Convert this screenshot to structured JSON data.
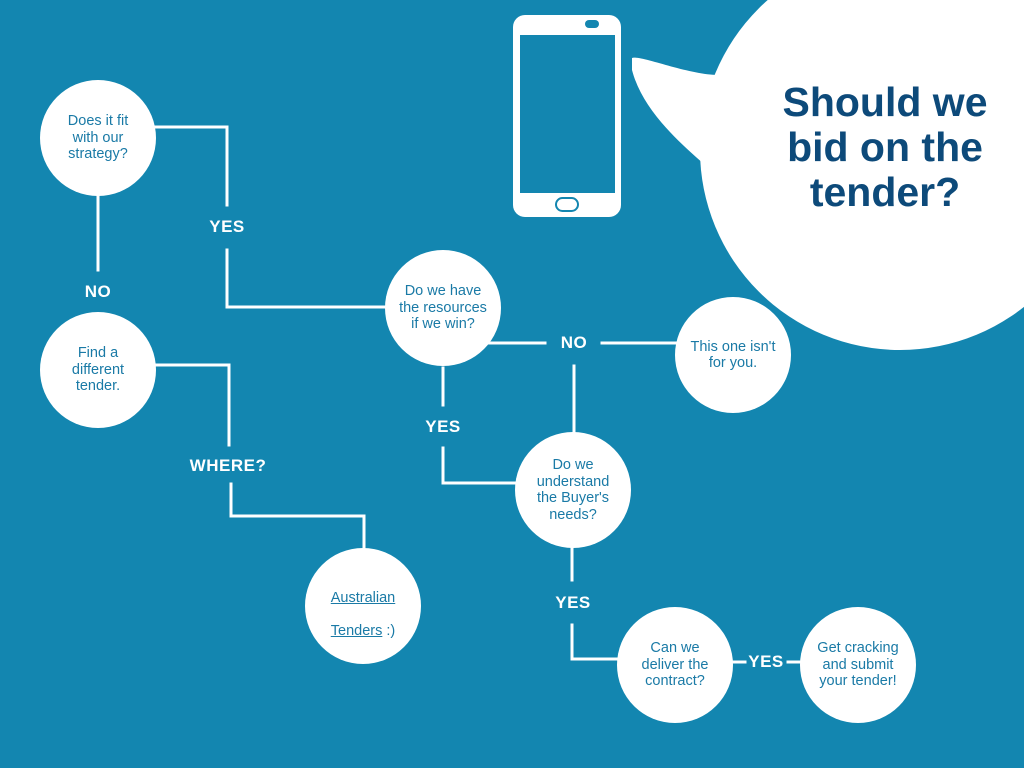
{
  "colors": {
    "background": "#1386b0",
    "node_fill": "#ffffff",
    "node_text": "#1a7aa6",
    "title_text": "#0d4a7a",
    "connector": "#ffffff"
  },
  "title": "Should we\nbid on the\ntender?",
  "icons": {
    "phone": "smartphone-icon",
    "bubble": "speech-bubble"
  },
  "nodes": {
    "strategy": "Does it fit\nwith our\nstrategy?",
    "resources": "Do we have\nthe resources\nif we win?",
    "different_tender": "Find a\ndifferent\ntender.",
    "not_for_you": "This one isn't\nfor you.",
    "buyer_needs": "Do we\nunderstand\nthe Buyer's\nneeds?",
    "australian_tenders": {
      "link_line1": "Australian",
      "link_line2": "Tenders",
      "suffix": " :)"
    },
    "deliver": "Can we\ndeliver the\ncontract?",
    "submit": "Get cracking\nand submit\nyour tender!"
  },
  "labels": {
    "yes_strategy": "YES",
    "no_strategy": "NO",
    "no_resources": "NO",
    "yes_resources": "YES",
    "where": "WHERE?",
    "yes_buyer": "YES",
    "yes_deliver": "YES"
  }
}
